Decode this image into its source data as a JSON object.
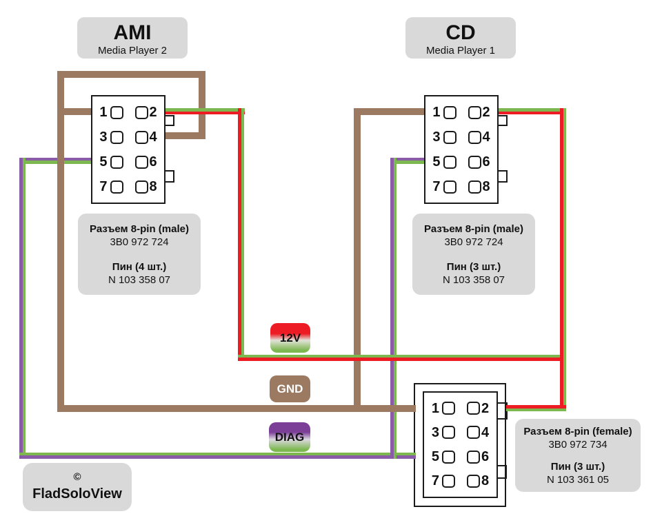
{
  "ami_device": {
    "title": "AMI",
    "subtitle": "Media Player 2"
  },
  "cd_device": {
    "title": "CD",
    "subtitle": "Media Player 1"
  },
  "connectors": {
    "ami": {
      "pins": [
        "1",
        "2",
        "3",
        "4",
        "5",
        "6",
        "7",
        "8"
      ],
      "info_title": "Разъем 8-pin (male)",
      "part_number": "3B0 972 724",
      "pin_title": "Пин (4 шт.)",
      "pin_part_number": "N 103 358 07"
    },
    "cd": {
      "pins": [
        "1",
        "2",
        "3",
        "4",
        "5",
        "6",
        "7",
        "8"
      ],
      "info_title": "Разъем 8-pin (male)",
      "part_number": "3B0 972 724",
      "pin_title": "Пин (3 шт.)",
      "pin_part_number": "N 103 358 07"
    },
    "female": {
      "pins": [
        "1",
        "2",
        "3",
        "4",
        "5",
        "6",
        "7",
        "8"
      ],
      "info_title": "Разъем 8-pin (female)",
      "part_number": "3B0 972 734",
      "pin_title": "Пин (3 шт.)",
      "pin_part_number": "N 103 361 05"
    }
  },
  "badges": {
    "power": "12V",
    "ground": "GND",
    "diagnostic": "DIAG"
  },
  "watermark": {
    "symbol": "©",
    "name": "FladSoloView"
  },
  "colors": {
    "wire_brown": "#9b7a61",
    "wire_red": "#ed1c24",
    "wire_green": "#7cb750",
    "wire_purple": "#8a5ca8",
    "badge_purple": "#7c3f98",
    "box_gray": "#d9d9d9"
  }
}
